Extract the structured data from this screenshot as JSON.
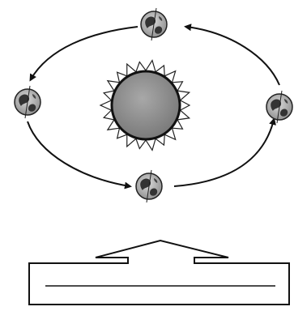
{
  "diagram": {
    "orbit_direction": "counterclockwise",
    "earth_positions": [
      "top",
      "left",
      "bottom",
      "right"
    ],
    "answer_line": ""
  }
}
